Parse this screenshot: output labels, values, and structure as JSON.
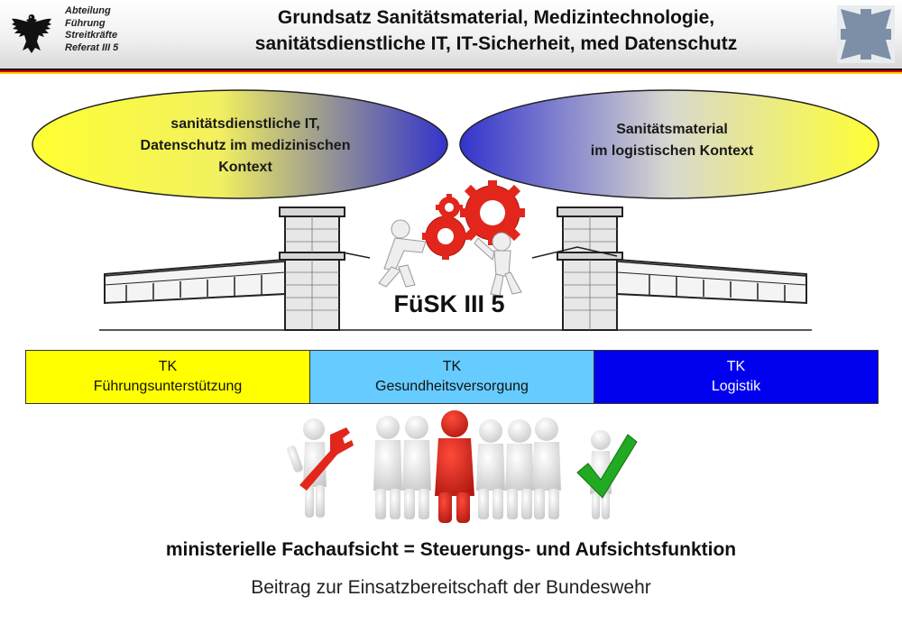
{
  "header": {
    "department_lines": [
      "Abteilung",
      "Führung",
      "Streitkräfte",
      "Referat III 5"
    ],
    "title_lines": [
      "Grundsatz Sanitätsmaterial, Medizintechnologie,",
      "sanitätsdienstliche IT, IT-Sicherheit, med Datenschutz"
    ]
  },
  "ellipses": {
    "left_lines": [
      "sanitätsdienstliche IT,",
      "Datenschutz im medizinischen",
      "Kontext"
    ],
    "right_lines": [
      "Sanitätsmaterial",
      "im logistischen Kontext"
    ]
  },
  "center_label": "FüSK III 5",
  "tk_boxes": [
    {
      "top": "TK",
      "bottom": "Führungsunterstützung"
    },
    {
      "top": "TK",
      "bottom": "Gesundheitsversorgung"
    },
    {
      "top": "TK",
      "bottom": "Logistik"
    }
  ],
  "bottom": {
    "line1": "ministerielle Fachaufsicht = Steuerungs- und Aufsichtsfunktion",
    "line2": "Beitrag zur Einsatzbereitschaft der Bundeswehr"
  },
  "colors": {
    "flag_black": "#000000",
    "flag_red": "#dd0000",
    "flag_gold": "#ffce00",
    "ellipse_yellow": "#ffff33",
    "ellipse_blue": "#3333cc",
    "tk_yellow": "#ffff00",
    "tk_lightblue": "#66ccff",
    "tk_blue": "#0000ee",
    "gear_red": "#e3261b"
  },
  "icons": {
    "left_logo": "federal-eagle-icon",
    "right_logo": "iron-cross-icon",
    "center_graphic": "gears-figures-icon",
    "bridge": "bridge-illustration",
    "team": "team-figures-icon",
    "wrench": "wrench-icon",
    "checkmark": "checkmark-icon"
  }
}
